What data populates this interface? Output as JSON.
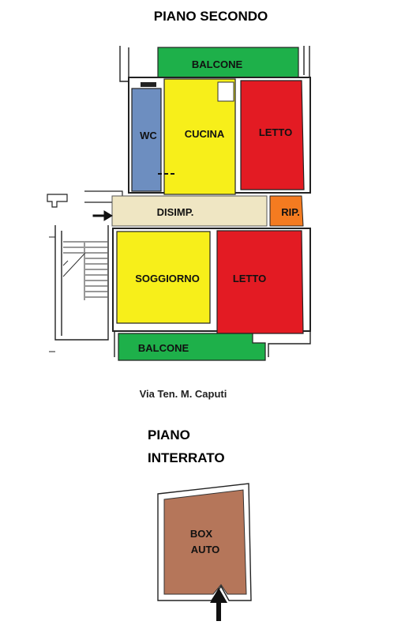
{
  "floor_plan": {
    "title": "PIANO SECONDO",
    "street": "Via Ten. M. Caputi",
    "rooms": {
      "balcone_top": "BALCONE",
      "wc": "WC",
      "cucina": "CUCINA",
      "letto_top": "LETTO",
      "disimp": "DISIMP.",
      "rip": "RIP.",
      "soggiorno": "SOGGIORNO",
      "letto_bottom": "LETTO",
      "balcone_bottom": "BALCONE"
    }
  },
  "basement": {
    "title_line1": "PIANO",
    "title_line2": "INTERRATO",
    "box_line1": "BOX",
    "box_line2": "AUTO"
  },
  "colors": {
    "balcone": "#1eb04a",
    "wc": "#6d8ec0",
    "cucina": "#f7ef1a",
    "letto": "#e31b23",
    "disimp": "#efe6c3",
    "rip": "#f47b20",
    "soggiorno": "#f7ef1a",
    "box_auto": "#b5765a"
  }
}
